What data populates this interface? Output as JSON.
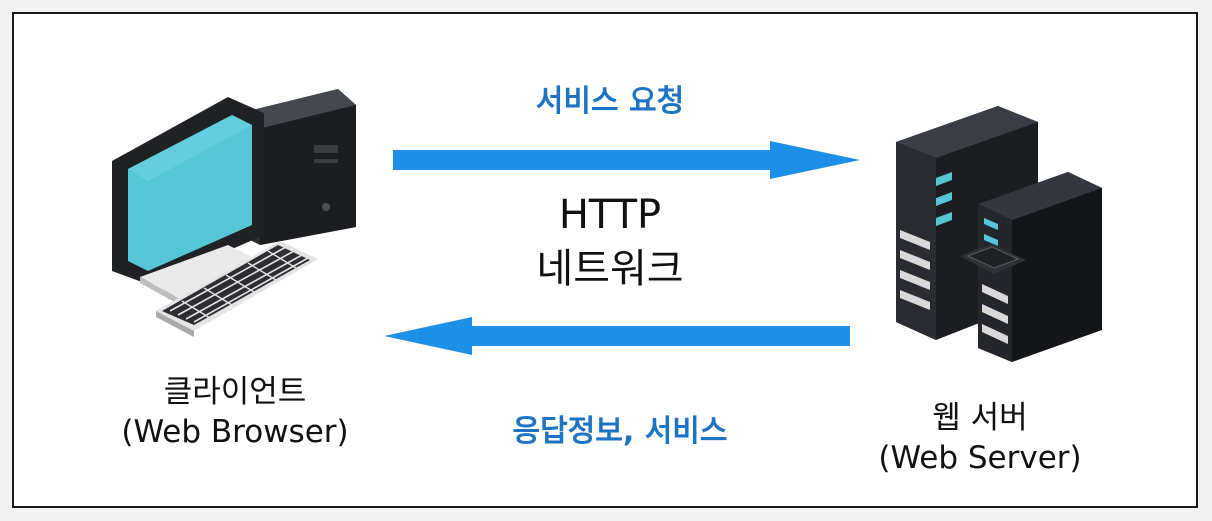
{
  "request_label": "서비스 요청",
  "response_label": "응답정보, 서비스",
  "network": {
    "line1": "HTTP",
    "line2": "네트워크"
  },
  "client": {
    "name": "클라이언트",
    "sub": "(Web Browser)"
  },
  "server": {
    "name": "웹 서버",
    "sub": "(Web Server)"
  },
  "colors": {
    "arrow": "#1e8fe6",
    "label_blue": "#1f73c4",
    "screen": "#55c6d6",
    "device_dark": "#222428"
  },
  "icons": {
    "client": "desktop-computer-icon",
    "server": "server-rack-icon"
  }
}
